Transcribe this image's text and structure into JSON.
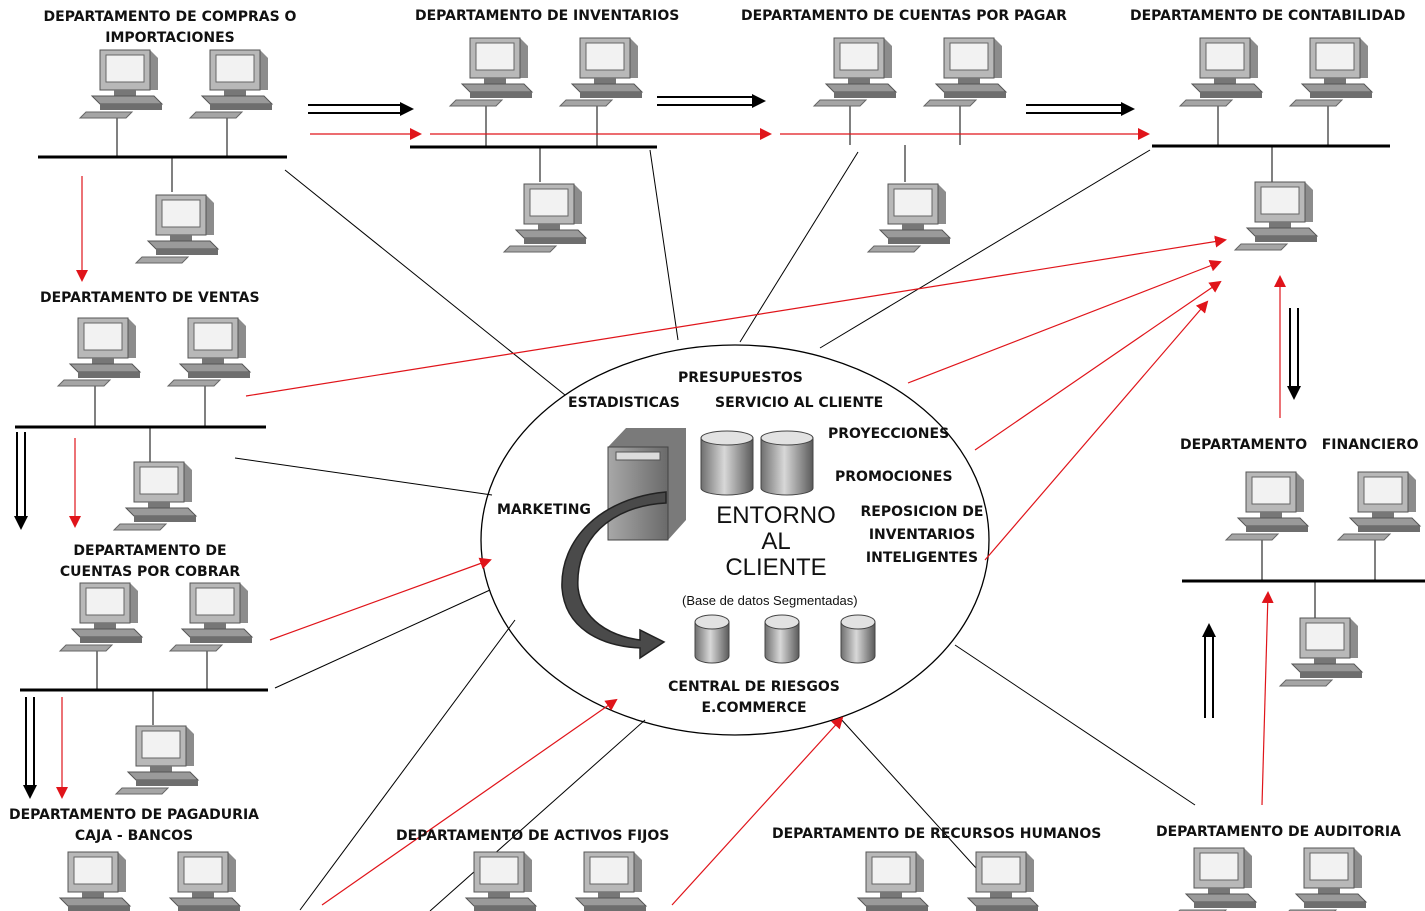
{
  "departments": {
    "compras": [
      "DEPARTAMENTO DE COMPRAS O",
      "IMPORTACIONES"
    ],
    "inventarios": "DEPARTAMENTO DE INVENTARIOS",
    "cuentas_pagar": "DEPARTAMENTO DE CUENTAS POR PAGAR",
    "contabilidad": "DEPARTAMENTO DE CONTABILIDAD",
    "ventas": "DEPARTAMENTO DE VENTAS",
    "cuentas_cobrar": [
      "DEPARTAMENTO DE",
      "CUENTAS POR COBRAR"
    ],
    "pagaduria": [
      "DEPARTAMENTO DE PAGADURIA",
      "CAJA - BANCOS"
    ],
    "activos": "DEPARTAMENTO DE ACTIVOS FIJOS",
    "recursos": "DEPARTAMENTO DE RECURSOS HUMANOS",
    "auditoria": "DEPARTAMENTO DE AUDITORIA",
    "financiero": "DEPARTAMENTO   FINANCIERO"
  },
  "center": {
    "presupuestos": "PRESUPUESTOS",
    "estadisticas": "ESTADISTICAS",
    "servicio": "SERVICIO AL CLIENTE",
    "proyecciones": "PROYECCIONES",
    "promociones": "PROMOCIONES",
    "marketing": "MARKETING",
    "reposicion": [
      "REPOSICION DE",
      "INVENTARIOS",
      "INTELIGENTES"
    ],
    "title": [
      "ENTORNO",
      "AL",
      "CLIENTE"
    ],
    "db_caption": "(Base de datos Segmentadas)",
    "central": [
      "CENTRAL DE RIESGOS",
      "E.COMMERCE"
    ]
  },
  "colors": {
    "red": "#e0141a",
    "black": "#000000",
    "ink": "#111111"
  },
  "icons": [
    "computer-icon",
    "server-icon",
    "database-icon",
    "curved-arrow-icon"
  ]
}
